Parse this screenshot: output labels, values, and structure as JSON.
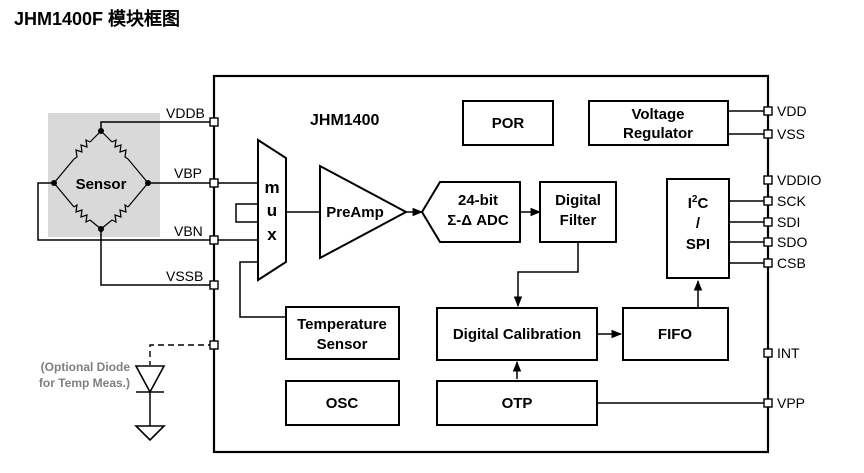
{
  "title": "JHM1400F 模块框图",
  "chip_name": "JHM1400",
  "sensor_label": "Sensor",
  "blocks": {
    "por": "POR",
    "voltage_regulator_line1": "Voltage",
    "voltage_regulator_line2": "Regulator",
    "mux_1": "m",
    "mux_2": "u",
    "mux_3": "x",
    "preamp": "PreAmp",
    "adc_line1": "24-bit",
    "adc_line2": "Σ-Δ ADC",
    "digital_filter_line1": "Digital",
    "digital_filter_line2": "Filter",
    "interface_line1_base": "I",
    "interface_line1_sup": "2",
    "interface_line1_tail": "C",
    "interface_line2": "/",
    "interface_line3": "SPI",
    "temperature_sensor_line1": "Temperature",
    "temperature_sensor_line2": "Sensor",
    "digital_calibration": "Digital Calibration",
    "fifo": "FIFO",
    "osc": "OSC",
    "otp": "OTP"
  },
  "left_pins": {
    "vddb": "VDDB",
    "vbp": "VBP",
    "vbn": "VBN",
    "vssb": "VSSB"
  },
  "right_pins": {
    "vdd": "VDD",
    "vss": "VSS",
    "vddio": "VDDIO",
    "sck": "SCK",
    "sdi": "SDI",
    "sdo": "SDO",
    "csb": "CSB",
    "int": "INT",
    "vpp": "VPP"
  },
  "optional_diode_line1": "(Optional Diode",
  "optional_diode_line2": "for Temp Meas.)",
  "colors": {
    "sensor_fill": "#d9d9d9",
    "optional_text": "#7f7f7f",
    "line": "#000000"
  }
}
